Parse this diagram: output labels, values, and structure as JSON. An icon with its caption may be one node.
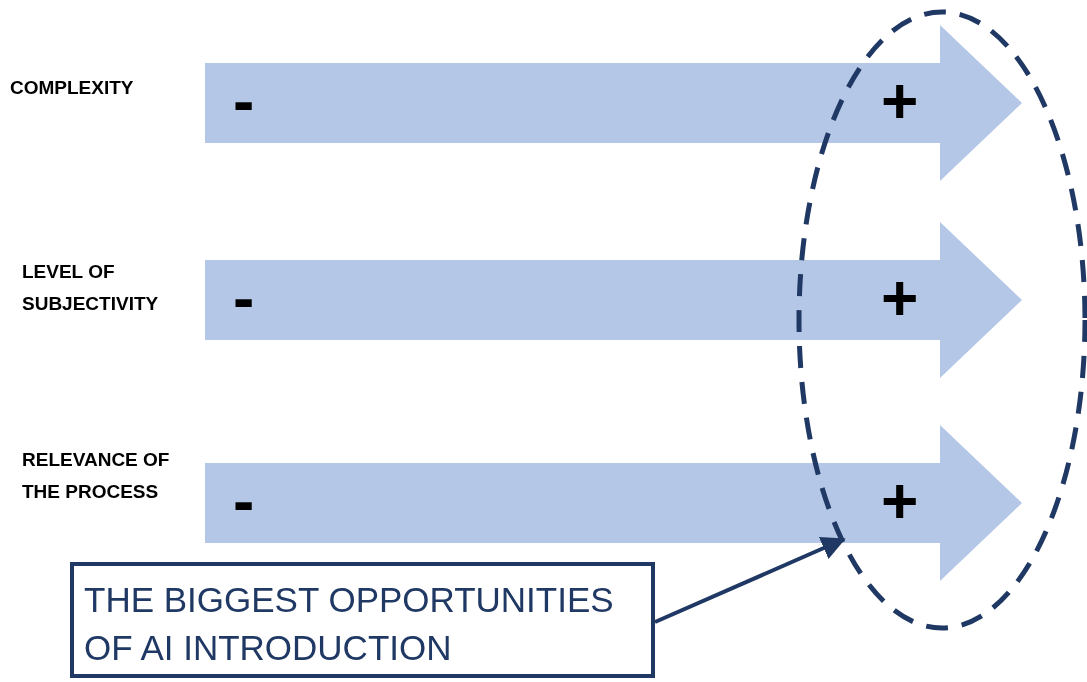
{
  "diagram": {
    "nodes": [
      {
        "text": [
          "-",
          "+"
        ],
        "beside": [
          "COMPLEXITY"
        ]
      },
      {
        "text": [
          "-",
          "+"
        ],
        "beside": [
          "LEVEL OF SUBJECTIVITY"
        ]
      },
      {
        "text": [
          "-",
          "+"
        ],
        "beside": [
          "RELEVANCE OF THE PROCESS"
        ]
      },
      {
        "text": [],
        "shape": "ellipse"
      },
      {
        "text": [
          "THE BIGGEST OPPORTUNITIES OF AI INTRODUCTION"
        ]
      }
    ],
    "edges": [
      {
        "from": 4,
        "to": 3,
        "arrow": "to"
      }
    ]
  }
}
